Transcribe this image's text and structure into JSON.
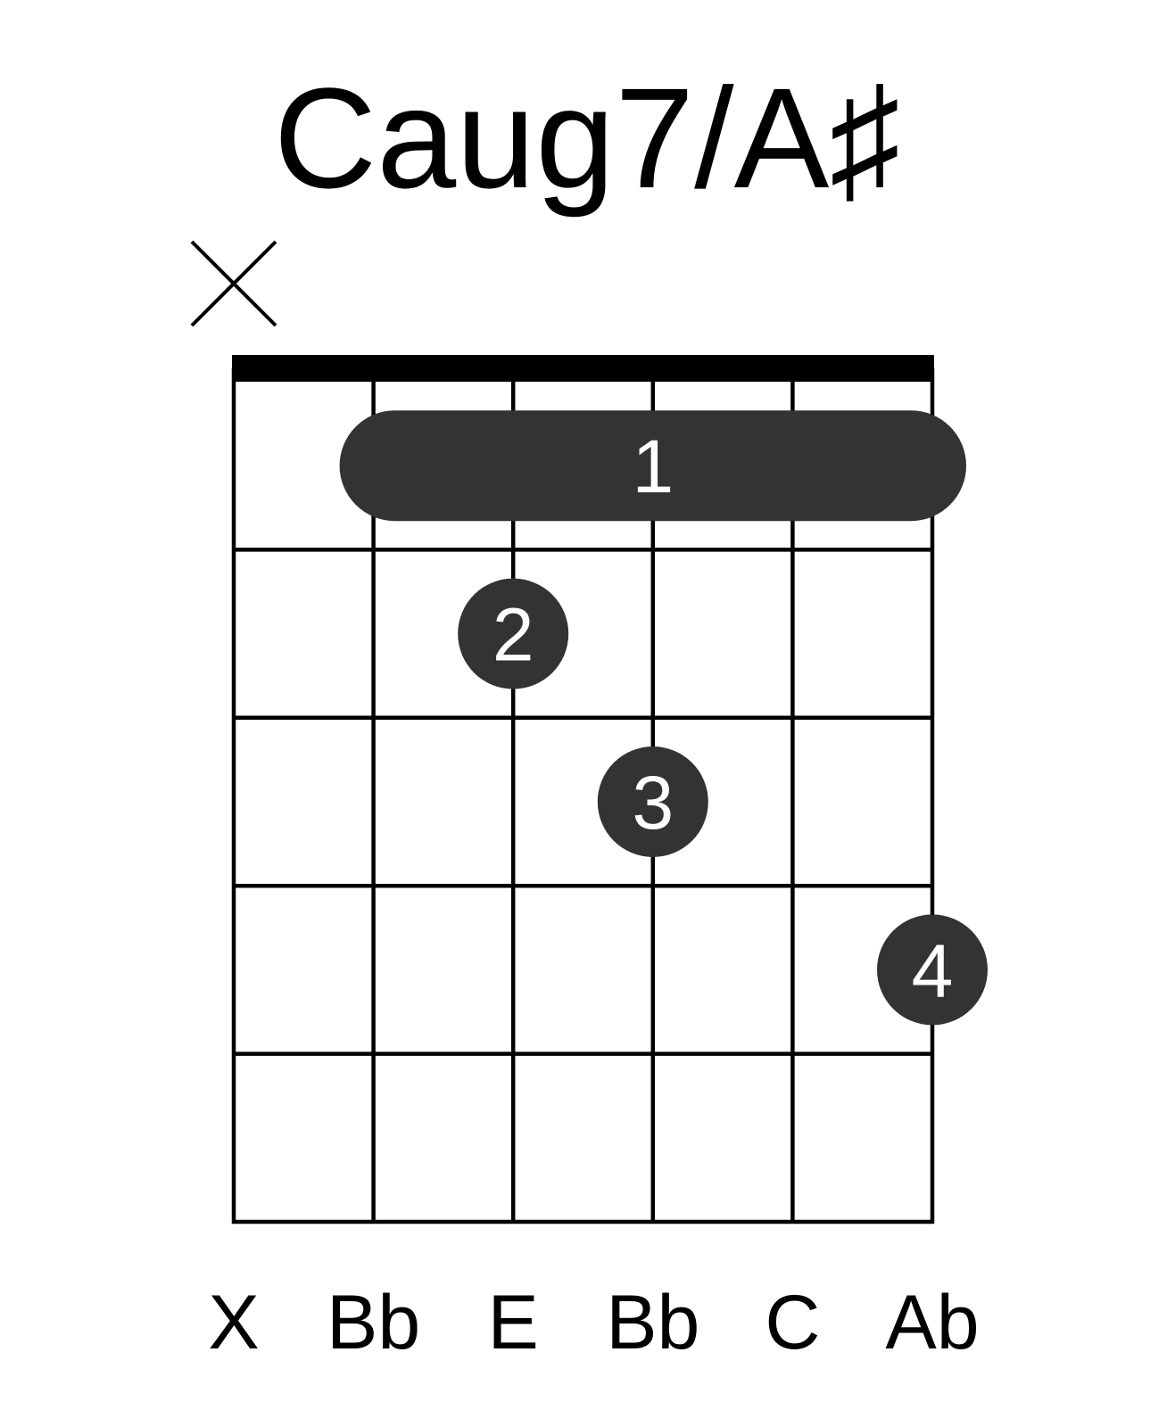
{
  "title": "Caug7/A♯",
  "colors": {
    "background": "#ffffff",
    "line": "#000000",
    "dot": "#333333",
    "dot_text": "#ffffff"
  },
  "strings": {
    "count": 6,
    "string_notes": [
      "X",
      "Bb",
      "E",
      "Bb",
      "C",
      "Ab"
    ],
    "muted": [
      1
    ]
  },
  "frets": {
    "count": 5,
    "nut_visible": true
  },
  "barre": {
    "finger": "1",
    "fret": 1,
    "from_string": 2,
    "to_string": 6
  },
  "fingers": [
    {
      "finger": "2",
      "string": 3,
      "fret": 2
    },
    {
      "finger": "3",
      "string": 4,
      "fret": 3
    },
    {
      "finger": "4",
      "string": 6,
      "fret": 4
    }
  ],
  "mute_icon": "x-mark-icon"
}
